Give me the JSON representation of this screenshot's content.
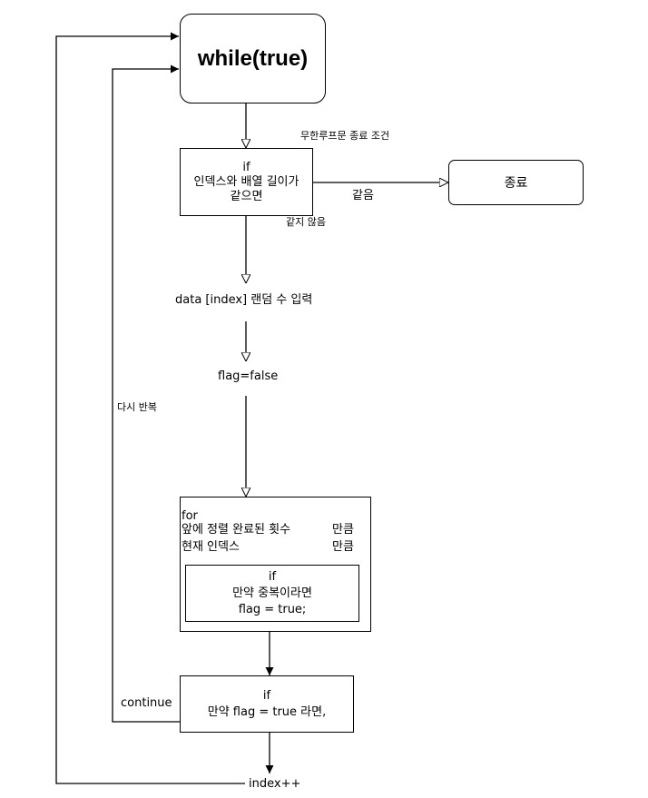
{
  "nodes": {
    "while": "while(true)",
    "if_index": {
      "line1": "if",
      "line2": "인덱스와 배열 길이가",
      "line3": "같으면"
    },
    "end": "종료",
    "data_input": "data [index] 랜덤 수 입력",
    "flag_false": "flag=false",
    "for_box": {
      "line1": "for",
      "line2a": "앞에 정렬 완료된 횟수",
      "line2b": "만큼",
      "line3a": "현재 인덱스",
      "line3b": "만큼"
    },
    "inner_if": {
      "line1": "if",
      "line2": "만약 중복이라면",
      "line3": "flag = true;"
    },
    "if_flag": {
      "line1": "if",
      "line2": "만약 flag = true 라면,"
    },
    "index_inc": "index++"
  },
  "edge_labels": {
    "infinite_loop_exit": "무한루프문 종료 조건",
    "same": "같음",
    "not_same": "같지 않음",
    "repeat_again": "다시 반복",
    "continue": "continue"
  }
}
